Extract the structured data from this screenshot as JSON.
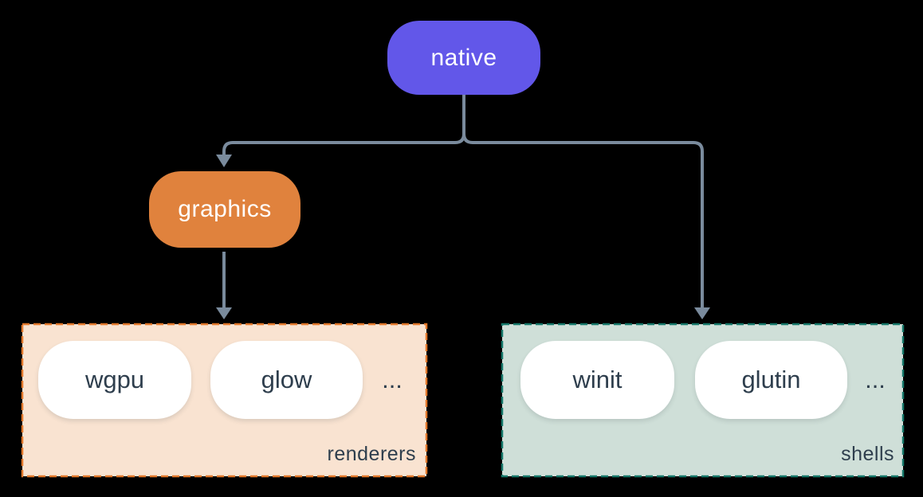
{
  "canvas": {
    "background_color": "#000000",
    "connector_color": "#7a8b9d"
  },
  "tree": {
    "root": {
      "label": "native",
      "fill": "#6257e9",
      "text_color": "#ffffff"
    },
    "graphics": {
      "label": "graphics",
      "fill": "#e0823d",
      "text_color": "#ffffff"
    },
    "groups": [
      {
        "label": "renderers",
        "bg": "#f9e3d1",
        "border": "#e2782b",
        "items": [
          {
            "label": "wgpu"
          },
          {
            "label": "glow"
          }
        ],
        "ellipsis": "..."
      },
      {
        "label": "shells",
        "bg": "#cfdfd8",
        "border": "#16786a",
        "items": [
          {
            "label": "winit"
          },
          {
            "label": "glutin"
          }
        ],
        "ellipsis": "..."
      }
    ],
    "item_fill": "#ffffff",
    "item_text_color": "#2e3e4d"
  }
}
